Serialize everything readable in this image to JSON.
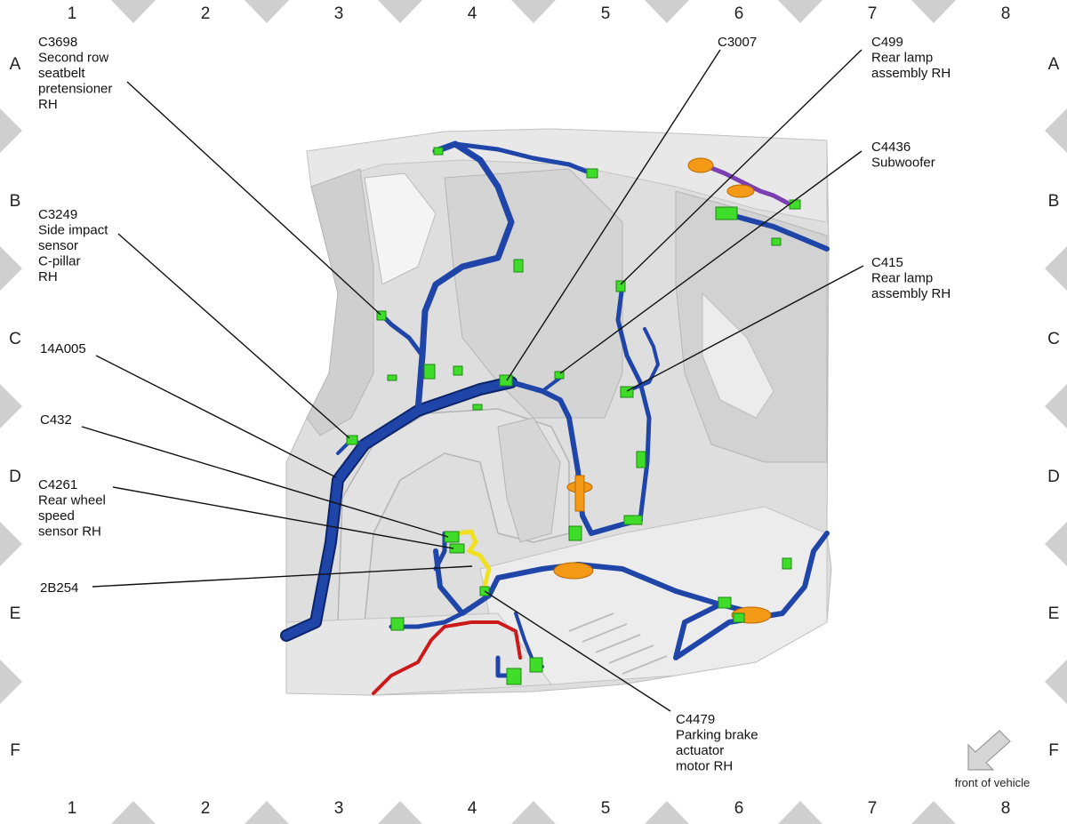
{
  "grid": {
    "columns": [
      "1",
      "2",
      "3",
      "4",
      "5",
      "6",
      "7",
      "8"
    ],
    "rows": [
      "A",
      "B",
      "C",
      "D",
      "E",
      "F"
    ]
  },
  "callouts": [
    {
      "id": "c3698",
      "lines": [
        "C3698",
        "Second row",
        "seatbelt",
        "pretensioner",
        "RH"
      ]
    },
    {
      "id": "c3249",
      "lines": [
        "C3249",
        "Side impact",
        "sensor",
        "C-pillar",
        "RH"
      ]
    },
    {
      "id": "14a005",
      "lines": [
        "14A005"
      ]
    },
    {
      "id": "c432",
      "lines": [
        "C432"
      ]
    },
    {
      "id": "c4261",
      "lines": [
        "C4261",
        "Rear wheel",
        "speed",
        "sensor RH"
      ]
    },
    {
      "id": "2b254",
      "lines": [
        "2B254"
      ]
    },
    {
      "id": "c3007",
      "lines": [
        "C3007"
      ]
    },
    {
      "id": "c499",
      "lines": [
        "C499",
        "Rear lamp",
        "assembly RH"
      ]
    },
    {
      "id": "c4436",
      "lines": [
        "C4436",
        "Subwoofer"
      ]
    },
    {
      "id": "c415",
      "lines": [
        "C415",
        "Rear lamp",
        "assembly RH"
      ]
    },
    {
      "id": "c4479",
      "lines": [
        "C4479",
        "Parking brake",
        "actuator",
        "motor RH"
      ]
    }
  ],
  "orientation": {
    "label": "front of vehicle"
  },
  "colors": {
    "harness": "#1f45a8",
    "connector": "#3fdc2a",
    "clip": "#f59a16",
    "harness_alt": "#7a3fb0",
    "sensor_wire": "#f0e020",
    "power_wire": "#cc1a1a",
    "body": "#d9d9d9",
    "border_chevron": "#cfcfcf"
  }
}
